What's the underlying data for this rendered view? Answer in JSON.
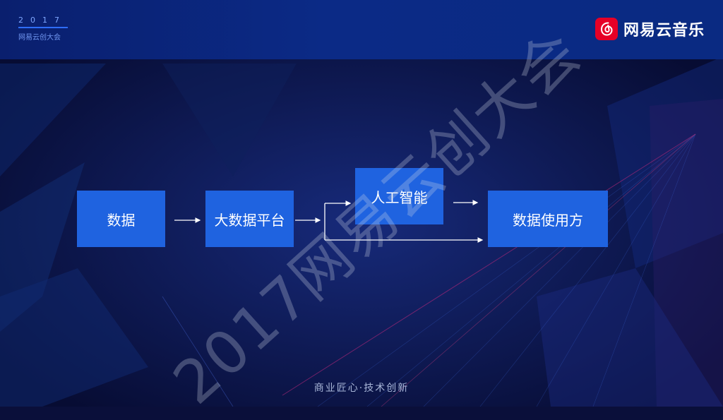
{
  "header": {
    "event_year": "2017",
    "event_name": "网易云创大会",
    "brand_name": "网易云音乐",
    "brand_icon": "netease-cloud-music-icon",
    "brand_color": "#e60026"
  },
  "diagram": {
    "nodes": {
      "data": "数据",
      "big_data_platform": "大数据平台",
      "ai": "人工智能",
      "data_consumer": "数据使用方"
    },
    "edges": [
      [
        "数据",
        "大数据平台"
      ],
      [
        "大数据平台",
        "人工智能"
      ],
      [
        "大数据平台",
        "数据使用方"
      ],
      [
        "人工智能",
        "数据使用方"
      ]
    ],
    "box_color": "#1f63e0"
  },
  "watermark": "2017网易云创大会",
  "footer": {
    "tagline": "商业匠心·技术创新"
  }
}
